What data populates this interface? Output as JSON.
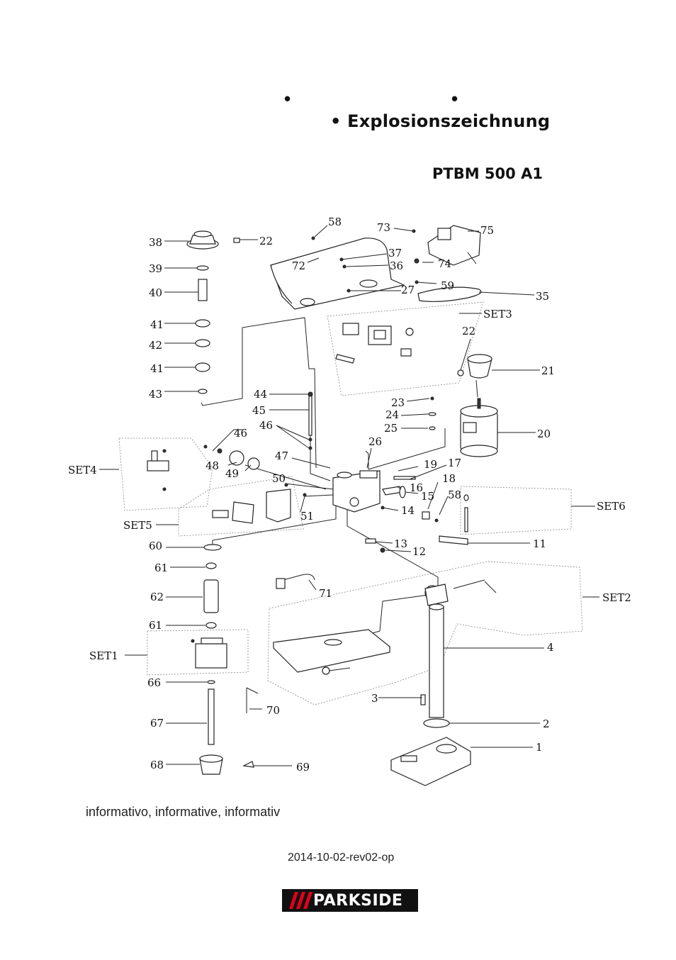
{
  "header": {
    "bullet_1": "•",
    "bullet_2": "•",
    "title": "• Explosionszeichnung",
    "model": "PTBM 500 A1"
  },
  "diagram": {
    "labels": {
      "p58a": "58",
      "p73": "73",
      "p75": "75",
      "p38": "38",
      "p22a": "22",
      "p37": "37",
      "p72": "72",
      "p36": "36",
      "p74": "74",
      "p39": "39",
      "p27": "27",
      "p59": "59",
      "p40": "40",
      "p35": "35",
      "set3": "SET3",
      "p41a": "41",
      "p22b": "22",
      "p42": "42",
      "p41b": "41",
      "p21": "21",
      "p43": "43",
      "p44": "44",
      "p23": "23",
      "p45": "45",
      "p24": "24",
      "p46a": "46",
      "p25": "25",
      "p46b": "46",
      "p20": "20",
      "p26": "26",
      "p47": "47",
      "p19": "19",
      "p17": "17",
      "set4": "SET4",
      "p48": "48",
      "p49": "49",
      "p50": "50",
      "p18": "18",
      "p16": "16",
      "p15": "15",
      "p58b": "58",
      "set6": "SET6",
      "p14": "14",
      "p51": "51",
      "set5": "SET5",
      "p60": "60",
      "p13": "13",
      "p11": "11",
      "p12": "12",
      "p61a": "61",
      "p71": "71",
      "p62": "62",
      "set2": "SET2",
      "p61b": "61",
      "p4": "4",
      "set1": "SET1",
      "p66": "66",
      "p3": "3",
      "p70": "70",
      "p67": "67",
      "p2": "2",
      "p1": "1",
      "p68": "68",
      "p69": "69"
    }
  },
  "footer": {
    "note": "informativo,  informative, informativ",
    "revision": "2014-10-02-rev02-op",
    "brand": "PARKSIDE"
  }
}
